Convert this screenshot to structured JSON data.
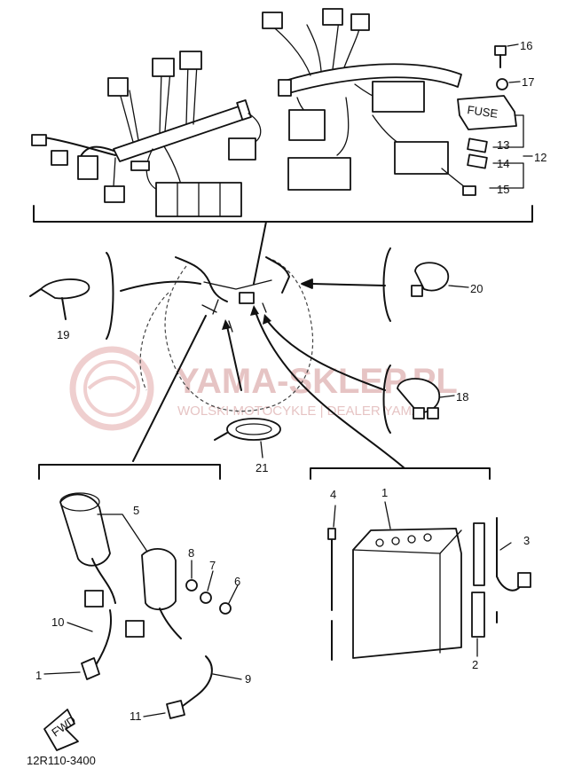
{
  "diagram_code": "12R110-3400",
  "watermark": {
    "title": "YAMA-SKLEP.PL",
    "subtitle": "WOLSKI MOTOCYKLE | DEALER YAMAHA"
  },
  "fuse_box_text": "FUSE",
  "fwd_arrow_text": "FWD",
  "callouts": {
    "c1a": "1",
    "c1b": "1",
    "c2": "2",
    "c3": "3",
    "c4": "4",
    "c5": "5",
    "c6": "6",
    "c7": "7",
    "c8": "8",
    "c9": "9",
    "c10": "10",
    "c11": "11",
    "c12": "12",
    "c13": "13",
    "c14": "14",
    "c15": "15",
    "c16": "16",
    "c17": "17",
    "c18": "18",
    "c19": "19",
    "c20": "20",
    "c21": "21"
  },
  "colors": {
    "ink": "#111111",
    "watermark": "#e6c4c4"
  }
}
